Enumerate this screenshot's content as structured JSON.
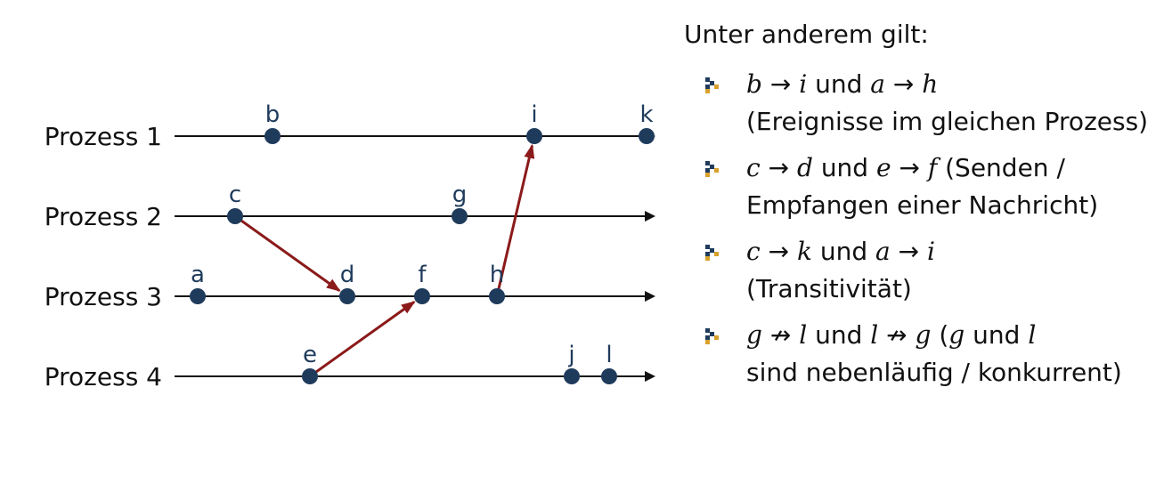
{
  "colors": {
    "axis": "#111111",
    "event": "#1f3b5c",
    "message": "#8b1a1a",
    "bullet_dark": "#1f3b5c",
    "bullet_light": "#d9a12b"
  },
  "processes": [
    {
      "label": "Prozess 1",
      "events": [
        {
          "label": "b",
          "t": 1
        },
        {
          "label": "i",
          "t": 8
        },
        {
          "label": "k",
          "t": 11
        }
      ]
    },
    {
      "label": "Prozess 2",
      "events": [
        {
          "label": "c",
          "t": 0
        },
        {
          "label": "g",
          "t": 6
        }
      ]
    },
    {
      "label": "Prozess 3",
      "events": [
        {
          "label": "a",
          "t": -1
        },
        {
          "label": "d",
          "t": 3
        },
        {
          "label": "f",
          "t": 5
        },
        {
          "label": "h",
          "t": 7
        }
      ]
    },
    {
      "label": "Prozess 4",
      "events": [
        {
          "label": "e",
          "t": 2
        },
        {
          "label": "j",
          "t": 9
        },
        {
          "label": "l",
          "t": 10
        }
      ]
    }
  ],
  "messages": [
    {
      "from": "c",
      "to": "d"
    },
    {
      "from": "e",
      "to": "f"
    },
    {
      "from": "h",
      "to": "i"
    }
  ],
  "notes": {
    "title": "Unter anderem gilt:",
    "items": [
      {
        "m1": "b",
        "op1": "→",
        "m2": "i",
        "conj": "und",
        "m3": "a",
        "op2": "→",
        "m4": "h",
        "rest": "(Ereignisse im gleichen Prozess)"
      },
      {
        "m1": "c",
        "op1": "→",
        "m2": "d",
        "conj": "und",
        "m3": "e",
        "op2": "→",
        "m4": "f",
        "rest": "(Senden / Empfangen einer Nachricht)"
      },
      {
        "m1": "c",
        "op1": "→",
        "m2": "k",
        "conj": "und",
        "m3": "a",
        "op2": "→",
        "m4": "i",
        "rest": "(Transitivität)"
      },
      {
        "m1": "g",
        "op1": "↛",
        "m2": "l",
        "conj": "und",
        "m3": "l",
        "op2": "↛",
        "m4": "g",
        "rest_open": "(",
        "rest_m1": "g",
        "rest_und": "und",
        "rest_m2": "l",
        "rest_tail": "sind nebenläufig / konkurrent)"
      }
    ]
  }
}
